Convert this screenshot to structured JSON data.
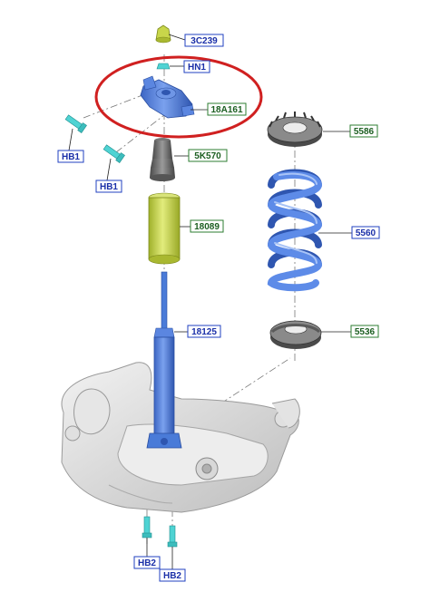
{
  "parts": [
    {
      "id": "top-nut",
      "label": "3C239",
      "tag": "blue"
    },
    {
      "id": "hex-nut",
      "label": "HN1",
      "tag": "blue"
    },
    {
      "id": "upper-mount",
      "label": "18A161",
      "tag": "green"
    },
    {
      "id": "bolt-left-1",
      "label": "HB1",
      "tag": "blue"
    },
    {
      "id": "bolt-left-2",
      "label": "HB1",
      "tag": "blue"
    },
    {
      "id": "bump-stop",
      "label": "5K570",
      "tag": "green"
    },
    {
      "id": "dust-boot",
      "label": "18089",
      "tag": "green"
    },
    {
      "id": "shock-absorber",
      "label": "18125",
      "tag": "blue"
    },
    {
      "id": "upper-spring-seat",
      "label": "5586",
      "tag": "green"
    },
    {
      "id": "coil-spring",
      "label": "5560",
      "tag": "blue"
    },
    {
      "id": "lower-spring-seat",
      "label": "5536",
      "tag": "green"
    },
    {
      "id": "bolt-bottom-1",
      "label": "HB2",
      "tag": "blue"
    },
    {
      "id": "bolt-bottom-2",
      "label": "HB2",
      "tag": "blue"
    }
  ],
  "colors": {
    "part_blue": "#4a7bd8",
    "tag_blue_border": "#2040c0",
    "tag_blue_text": "#1a2fa8",
    "tag_green_border": "#2e7d32",
    "tag_green_text": "#1b5e20",
    "boot_yellow": "#c8d64a",
    "bolt_cyan": "#4fd3d3",
    "highlight_red": "#d02020",
    "knuckle_grey": "#d4d4d4"
  }
}
